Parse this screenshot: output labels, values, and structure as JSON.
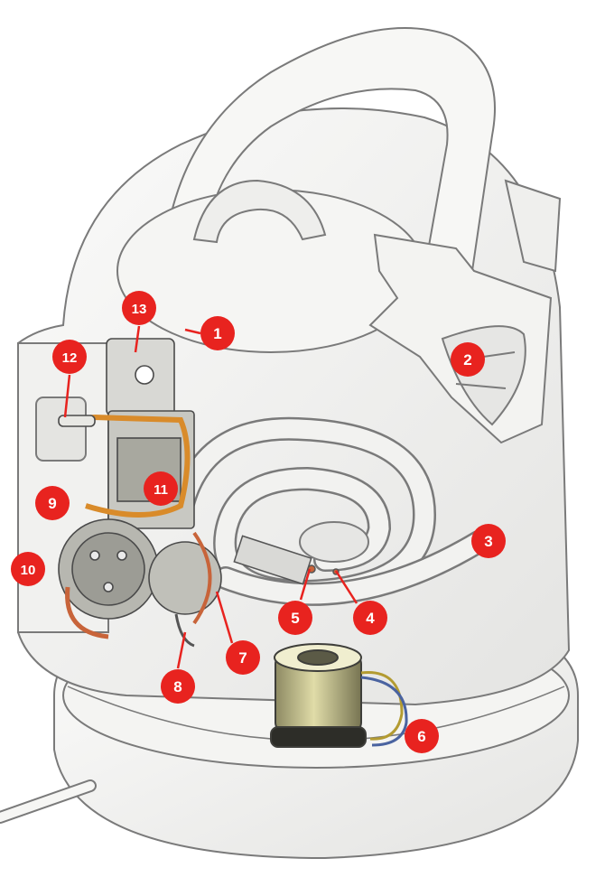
{
  "callouts": [
    {
      "id": "1",
      "label": "1"
    },
    {
      "id": "2",
      "label": "2"
    },
    {
      "id": "3",
      "label": "3"
    },
    {
      "id": "4",
      "label": "4"
    },
    {
      "id": "5",
      "label": "5"
    },
    {
      "id": "6",
      "label": "6"
    },
    {
      "id": "7",
      "label": "7"
    },
    {
      "id": "8",
      "label": "8"
    },
    {
      "id": "9",
      "label": "9"
    },
    {
      "id": "10",
      "label": "10"
    },
    {
      "id": "11",
      "label": "11"
    },
    {
      "id": "12",
      "label": "12"
    },
    {
      "id": "13",
      "label": "13"
    }
  ],
  "colors": {
    "callout": "#e8231f",
    "outline": "#7a7a7a",
    "body": "#f1f1ef",
    "switch_orange": "#d98b2a",
    "copper": "#c8643a",
    "capacitor": "#c9c28a"
  }
}
